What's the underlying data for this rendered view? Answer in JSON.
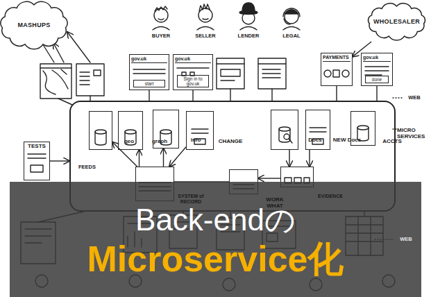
{
  "diagram": {
    "nodes": [
      {
        "text": [
          "MASHUPS"
        ]
      },
      {
        "text": [
          "WHOLESALER"
        ]
      },
      {
        "text": [
          "gov.uk",
          "start"
        ]
      },
      {
        "text": [
          "gov.uk",
          "Sign in to gov.uk"
        ]
      },
      {
        "text": [
          "PAYMENTS"
        ]
      },
      {
        "text": [
          "gov.uk",
          "done"
        ]
      },
      {
        "text": [
          "MICRO SERVICES"
        ]
      },
      {
        "text": [
          "geo"
        ],
        "in": 6
      },
      {
        "text": [
          "graph"
        ],
        "in": 6
      },
      {
        "text": [
          "info"
        ],
        "in": 6
      },
      {
        "text": [
          "CHANGE"
        ],
        "in": 6
      },
      {
        "text": [
          "Docs"
        ],
        "in": 6
      },
      {
        "text": [
          "NEW Docs"
        ],
        "in": 6
      },
      {
        "text": [
          "ACCTS"
        ],
        "in": 6
      },
      {
        "text": [
          "SYSTEM of RECORD"
        ],
        "in": 6
      },
      {
        "text": [
          "WORK",
          "WHAT"
        ],
        "in": 6
      },
      {
        "text": [
          "EVIDENCE"
        ],
        "in": 6
      },
      {
        "text": [
          "TESTS"
        ]
      },
      {
        "text": [
          "Back-endの",
          "Microservice化"
        ]
      }
    ],
    "edges": [
      {
        "from": 1,
        "to": 4,
        "arrow": "to"
      },
      {
        "from": 17,
        "to": 6,
        "arrow": "to"
      },
      {
        "from": 14,
        "to": 7,
        "label": "FEEDS",
        "arrow": "to"
      },
      {
        "from": 14,
        "to": 8,
        "arrow": "to"
      },
      {
        "from": 14,
        "to": 9,
        "arrow": "to"
      },
      {
        "from": 10,
        "to": 14,
        "arrow": "to"
      },
      {
        "from": 14,
        "to": 15,
        "arrow": "none"
      },
      {
        "from": 16,
        "to": 15,
        "arrow": "to"
      },
      {
        "from": 11,
        "to": 16,
        "arrow": "to"
      },
      {
        "from": 12,
        "to": 16,
        "arrow": "to"
      },
      {
        "from": 2,
        "to": 6,
        "arrow": "none"
      },
      {
        "from": 3,
        "to": 6,
        "arrow": "none"
      },
      {
        "from": 4,
        "to": 6,
        "arrow": "none"
      },
      {
        "from": 5,
        "to": 6,
        "arrow": "none"
      }
    ],
    "labels": [
      "BUYER",
      "SELLER",
      "LENDER",
      "LEGAL",
      "WEB",
      "WEB"
    ]
  }
}
